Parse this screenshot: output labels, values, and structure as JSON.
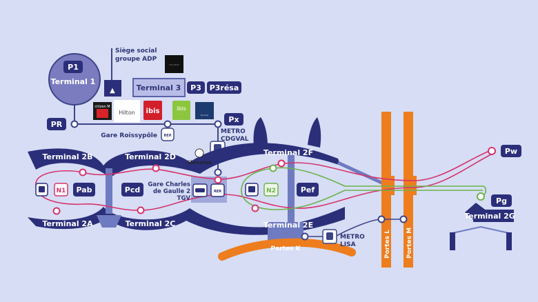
{
  "title": "Plan Aéroport Paris-Charles de Gaulle",
  "colors": {
    "background": "#d6ddf5",
    "navy": "#2b2f7a",
    "terminal1_fill": "#7b7cc0",
    "connector": "#6f7bc0",
    "magenta_line": "#d6336c",
    "green_line": "#6bb34a",
    "orange": "#ee7d1e",
    "white": "#ffffff"
  },
  "terminals": {
    "t1": "Terminal 1",
    "t3": "Terminal 3",
    "t2a": "Terminal 2A",
    "t2b": "Terminal 2B",
    "t2c": "Terminal 2C",
    "t2d": "Terminal 2D",
    "t2e": "Terminal 2E",
    "t2f": "Terminal 2F",
    "t2g": "Terminal 2G"
  },
  "parkings": {
    "p1": "P1",
    "p3": "P3",
    "p3resa": "P3résa",
    "pr": "PR",
    "px": "Px",
    "pab": "Pab",
    "pcd": "Pcd",
    "pef": "Pef",
    "pw": "Pw",
    "pg": "Pg"
  },
  "shuttles": {
    "n1": "N1",
    "n2": "N2"
  },
  "labels": {
    "siege_line1": "Siège social",
    "siege_line2": "groupe ADP",
    "gare_roissypole": "Gare Roissypôle",
    "metro_cdgval_line1": "METRO",
    "metro_cdgval_line2": "CDGVAL",
    "gare_cdg2_line1": "Gare Charles",
    "gare_cdg2_line2": "de Gaulle 2",
    "gare_cdg2_line3": "TGV",
    "metro_lisa_line1": "METRO",
    "metro_lisa_line2": "LISA",
    "portes_k": "Portes K",
    "portes_l": "Portes L",
    "portes_m": "Portes M"
  },
  "hotels": {
    "citizenm": "citizen M",
    "hilton": "Hilton",
    "ibis": "ibis",
    "ibis_styles": "ibis",
    "novotel": "Novotel",
    "sheraton": "Sheraton",
    "pullman": "PULLMAN"
  },
  "icons": {
    "rer": "RER",
    "train": "train-icon",
    "bus": "bus-icon",
    "tgv": "tgv-icon"
  }
}
